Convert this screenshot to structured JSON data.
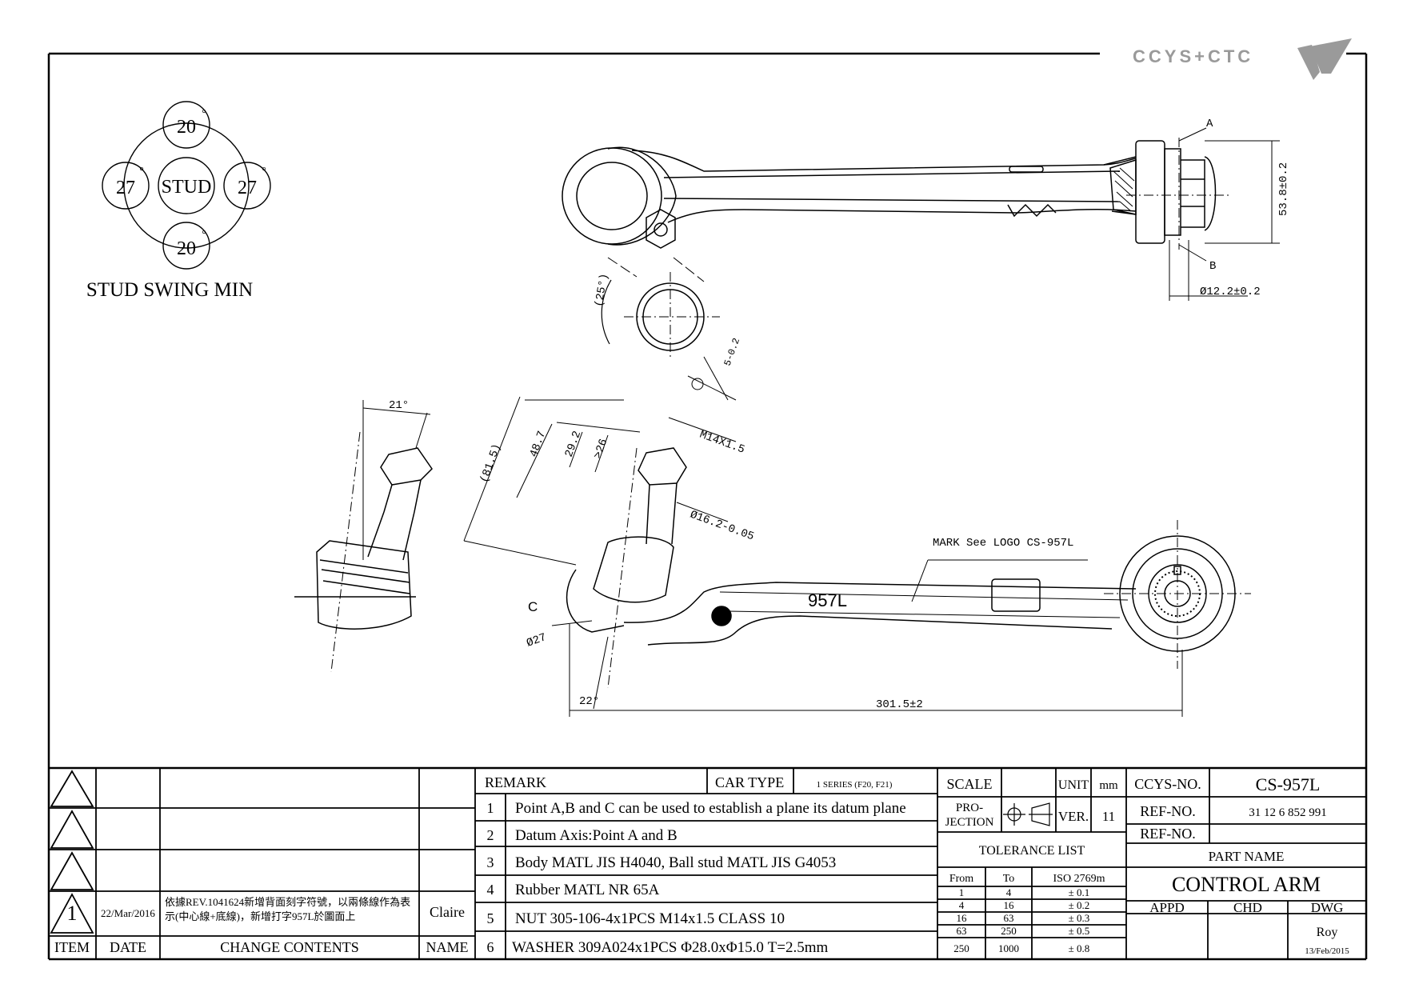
{
  "logo": {
    "text": "CCYS+CTC"
  },
  "stud_swing": {
    "center": "STUD",
    "top": "20",
    "bottom": "20",
    "left": "27",
    "right": "27",
    "deg": "°",
    "caption": "STUD SWING MIN"
  },
  "dims": {
    "a": "A",
    "b": "B",
    "c": "C",
    "h53": "53.8±0.2",
    "d12": "Ø12.2±0.2",
    "ang25": "(25°)",
    "tol5": "5-0.2",
    "ang21": "21°",
    "d815": "(81.5)",
    "d487": "48.7",
    "d292": "29.2",
    "d26": ">26",
    "m14": "M14X1.5",
    "d162": "Ø16.2-0.05",
    "mark": "MARK See LOGO CS-957L",
    "part_mark": "957L",
    "d27": "Ø27",
    "ang22": "22°",
    "len": "301.5±2"
  },
  "revisions": {
    "rows": [
      {
        "item": "",
        "date": "",
        "content": "",
        "name": ""
      },
      {
        "item": "",
        "date": "",
        "content": "",
        "name": ""
      },
      {
        "item": "",
        "date": "",
        "content": "",
        "name": ""
      },
      {
        "item": "1",
        "date": "22/Mar/2016",
        "content_l1": "依據REV.1041624新增背面刻字符號，以兩條線作為表",
        "content_l2": "示(中心線+底線)，新增打字957L於圖面上",
        "name": "Claire"
      }
    ],
    "headers": {
      "item": "ITEM",
      "date": "DATE",
      "content": "CHANGE CONTENTS",
      "name": "NAME"
    }
  },
  "remarks": {
    "header": "REMARK",
    "car_type_label": "CAR TYPE",
    "car_type": "1 SERIES (F20, F21)",
    "items": [
      {
        "n": "1",
        "text": "Point A,B and C can be used to establish a plane its datum plane"
      },
      {
        "n": "2",
        "text": "Datum Axis:Point A and B"
      },
      {
        "n": "3",
        "text": "Body MATL JIS H4040, Ball stud MATL JIS G4053"
      },
      {
        "n": "4",
        "text": "Rubber MATL NR 65A"
      },
      {
        "n": "5",
        "text": "NUT 305-106-4x1PCS M14x1.5 CLASS 10"
      },
      {
        "n": "6",
        "text": "WASHER 309A024x1PCS Φ28.0xΦ15.0 T=2.5mm"
      }
    ]
  },
  "info": {
    "scale": "SCALE",
    "unit": "UNIT",
    "unit_val": "mm",
    "projection_l1": "PRO-",
    "projection_l2": "JECTION",
    "ver": "VER.",
    "ver_val": "11",
    "tol_title": "TOLERANCE LIST",
    "tol_head": {
      "from": "From",
      "to": "To",
      "iso": "ISO 2769m"
    },
    "tol_rows": [
      {
        "from": "1",
        "to": "4",
        "tol": "± 0.1"
      },
      {
        "from": "4",
        "to": "16",
        "tol": "± 0.2"
      },
      {
        "from": "16",
        "to": "63",
        "tol": "± 0.3"
      },
      {
        "from": "63",
        "to": "250",
        "tol": "± 0.5"
      },
      {
        "from": "250",
        "to": "1000",
        "tol": "± 0.8"
      }
    ],
    "ccys_label": "CCYS-NO.",
    "ccys_val": "CS-957L",
    "ref_label": "REF-NO.",
    "ref_val": "31 12 6 852 991",
    "ref2_label": "REF-NO.",
    "ref2_val": "",
    "part_name_label": "PART NAME",
    "part_name": "CONTROL ARM",
    "appd": "APPD",
    "chd": "CHD",
    "dwg": "DWG",
    "dwg_name": "Roy",
    "dwg_date": "13/Feb/2015"
  }
}
